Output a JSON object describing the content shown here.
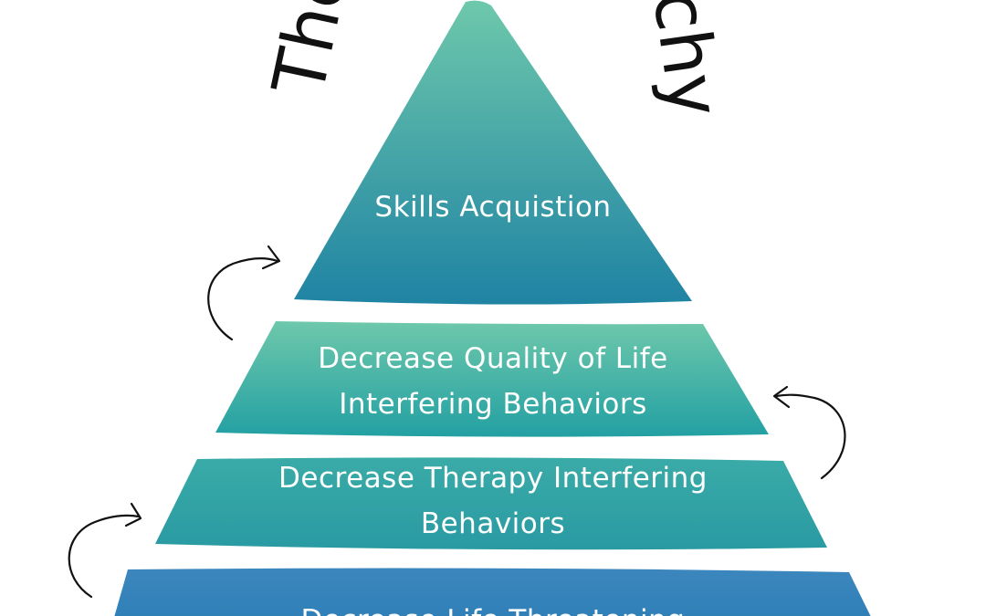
{
  "title": {
    "left_part": "The",
    "right_part": "chy"
  },
  "tiers": [
    {
      "id": "skills",
      "lines": [
        "Skills Acquistion"
      ],
      "color_top": "#6ec8ab",
      "color_bottom": "#1f83a3"
    },
    {
      "id": "quality-of-life",
      "lines": [
        "Decrease Quality of Life",
        "Interfering Behaviors"
      ],
      "color_top": "#6ec8ab",
      "color_bottom": "#23a0a3"
    },
    {
      "id": "therapy-interfering",
      "lines": [
        "Decrease Therapy Interfering",
        "Behaviors"
      ],
      "color_top": "#3aaba7",
      "color_bottom": "#2a9aa3"
    },
    {
      "id": "life-threatening",
      "lines": [
        "Decrease Life Threatening"
      ],
      "color_top": "#3c87bd",
      "color_bottom": "#2f7fb8"
    }
  ],
  "arrow_color": "#111111"
}
